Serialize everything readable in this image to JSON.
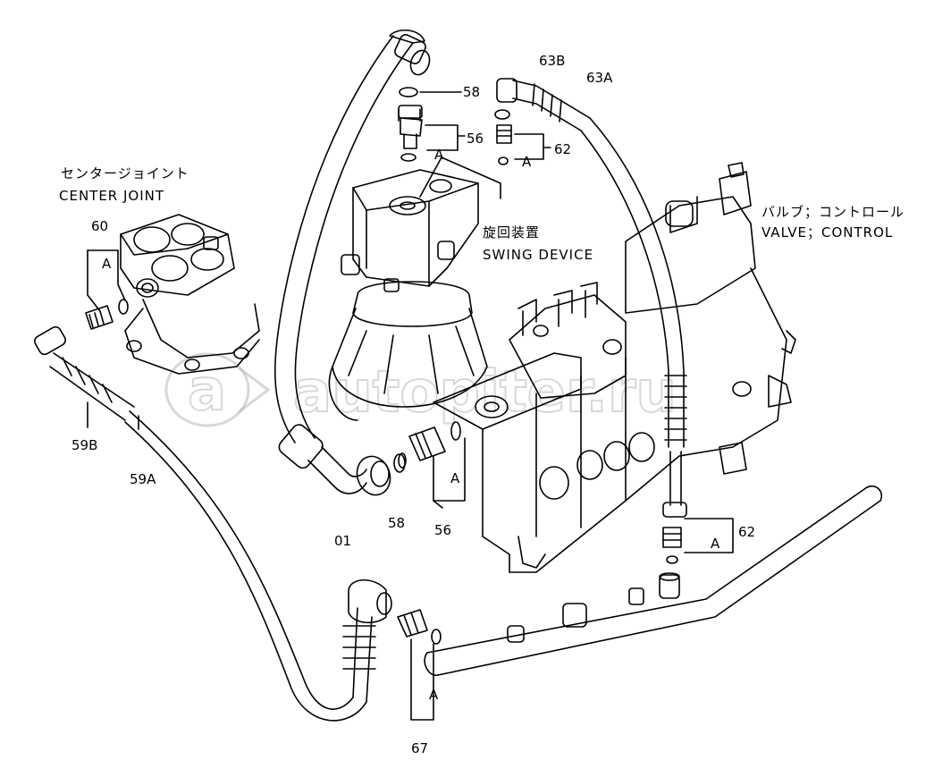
{
  "labels": {
    "center_joint_jp": "センタージョイント",
    "center_joint_en": "CENTER JOINT",
    "swing_device_jp": "旋回装置",
    "swing_device_en": "SWING DEVICE",
    "valve_control_jp": "バルブ；コントロール",
    "valve_control_en": "VALVE；CONTROL",
    "watermark": "autopiter.ru"
  },
  "parts": {
    "p58_top": "58",
    "p56_top": "56",
    "p62_top": "62",
    "p63b": "63B",
    "p63a": "63A",
    "p60": "60",
    "p59b": "59B",
    "p59a": "59A",
    "p01": "01",
    "p58_bottom": "58",
    "p56_bottom": "56",
    "p62_bottom": "62",
    "p67": "67"
  },
  "callouts": {
    "a_56_top": "A",
    "a_62_top": "A",
    "a_60": "A",
    "a_56_bottom": "A",
    "a_62_bottom": "A",
    "a_67": "A"
  },
  "colors": {
    "line": "#000000",
    "watermark": "#b8b8b8"
  }
}
